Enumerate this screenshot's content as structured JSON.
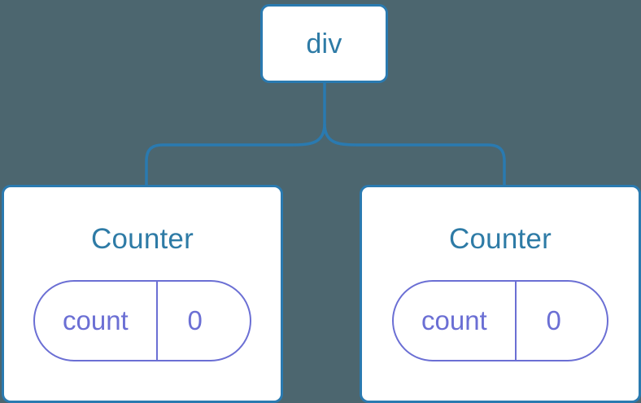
{
  "diagram": {
    "background_color": "#4c666f",
    "edge_color": "#2a7ab0",
    "node_border_color": "#2a7ab0",
    "node_fill_color": "#ffffff",
    "label_color": "#2e7ba6",
    "state_color": "#6b6fd4",
    "root": {
      "tag": "div"
    },
    "children": [
      {
        "title": "Counter",
        "state": {
          "key": "count",
          "value": "0"
        }
      },
      {
        "title": "Counter",
        "state": {
          "key": "count",
          "value": "0"
        }
      }
    ]
  }
}
